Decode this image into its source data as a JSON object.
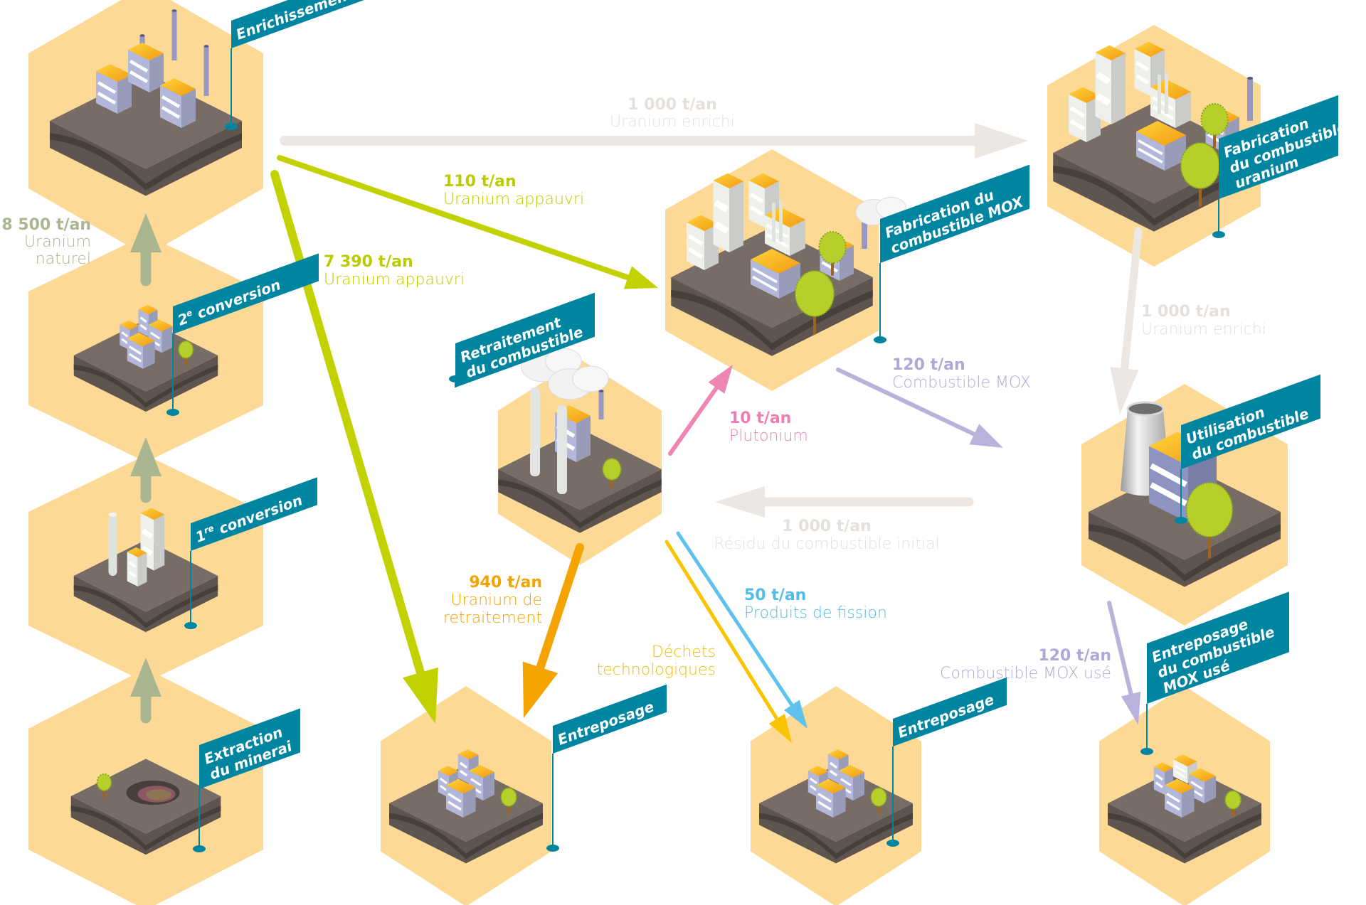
{
  "title": "Cycle du combustible nucléaire",
  "colors": {
    "hexagon": "#fdd996",
    "ground_top": "#776c66",
    "ground_side": "#5e5550",
    "ground_layer": "#463f3a",
    "flag": "#0085a1",
    "building_roof": "#f7b21b",
    "building_wall": "#b3b7d9",
    "white_building": "#eef0ec",
    "tree": "#b7cf2a",
    "natural_uranium": "#a9b68f",
    "depleted_uranium": "#c2d100",
    "enriched_uranium": "#ece7e3",
    "mox": "#b9b3dc",
    "plutonium": "#ee85b4",
    "reprocessed_uranium": "#f4a300",
    "tech_waste": "#fbc400",
    "fission_products": "#5ec2ed"
  },
  "facilities": {
    "extraction": {
      "label_lines": [
        "Extraction",
        "du minerai"
      ],
      "icon": "mine-pit-icon"
    },
    "conversion1": {
      "label_lines": [
        "1re conversion"
      ],
      "label_main": "1",
      "label_sup": "re",
      "label_rest": " conversion",
      "icon": "factory-icon"
    },
    "conversion2": {
      "label_lines": [
        "2e conversion"
      ],
      "label_main": "2",
      "label_sup": "e",
      "label_rest": " conversion",
      "icon": "warehouse-icon"
    },
    "enrichment": {
      "label_lines": [
        "Enrichissement"
      ],
      "icon": "factory-icon"
    },
    "fab_uranium": {
      "label_lines": [
        "Fabrication",
        "du combustible",
        "uranium"
      ],
      "icon": "factory-icon"
    },
    "fab_mox": {
      "label_lines": [
        "Fabrication du",
        "combustible MOX"
      ],
      "icon": "factory-icon"
    },
    "reprocessing": {
      "label_lines": [
        "Retraitement",
        "du combustible"
      ],
      "icon": "cooling-stacks-icon"
    },
    "reactor": {
      "label_lines": [
        "Utilisation",
        "du combustible"
      ],
      "icon": "cooling-tower-icon"
    },
    "storage1": {
      "label_lines": [
        "Entreposage"
      ],
      "icon": "warehouse-icon"
    },
    "storage2": {
      "label_lines": [
        "Entreposage"
      ],
      "icon": "warehouse-icon"
    },
    "storage_mox": {
      "label_lines": [
        "Entreposage",
        "du combustible",
        "MOX usé"
      ],
      "icon": "warehouse-icon"
    }
  },
  "flows": {
    "natural_uranium": {
      "qty": "8 500 t/an",
      "desc_lines": [
        "Uranium",
        "naturel"
      ]
    },
    "enriched_to_fab": {
      "qty": "1 000 t/an",
      "desc_lines": [
        "Uranium enrichi"
      ]
    },
    "depleted_to_mox": {
      "qty": "110 t/an",
      "desc_lines": [
        "Uranium appauvri"
      ]
    },
    "depleted_to_storage": {
      "qty": "7 390 t/an",
      "desc_lines": [
        "Uranium appauvri"
      ]
    },
    "enriched_to_reactor": {
      "qty": "1 000 t/an",
      "desc_lines": [
        "Uranium enrichi"
      ]
    },
    "mox_to_reactor": {
      "qty": "120 t/an",
      "desc_lines": [
        "Combustible MOX"
      ]
    },
    "plutonium": {
      "qty": "10 t/an",
      "desc_lines": [
        "Plutonium"
      ]
    },
    "residue": {
      "qty": "1 000 t/an",
      "desc_lines": [
        "Résidu du combustible initial"
      ]
    },
    "reprocessed_uranium": {
      "qty": "940 t/an",
      "desc_lines": [
        "Uranium de",
        "retraitement"
      ]
    },
    "tech_waste": {
      "qty": "",
      "desc_lines": [
        "Déchets",
        "technologiques"
      ]
    },
    "fission_products": {
      "qty": "50 t/an",
      "desc_lines": [
        "Produits de fission"
      ]
    },
    "spent_mox": {
      "qty": "120 t/an",
      "desc_lines": [
        "Combustible MOX usé"
      ]
    }
  }
}
